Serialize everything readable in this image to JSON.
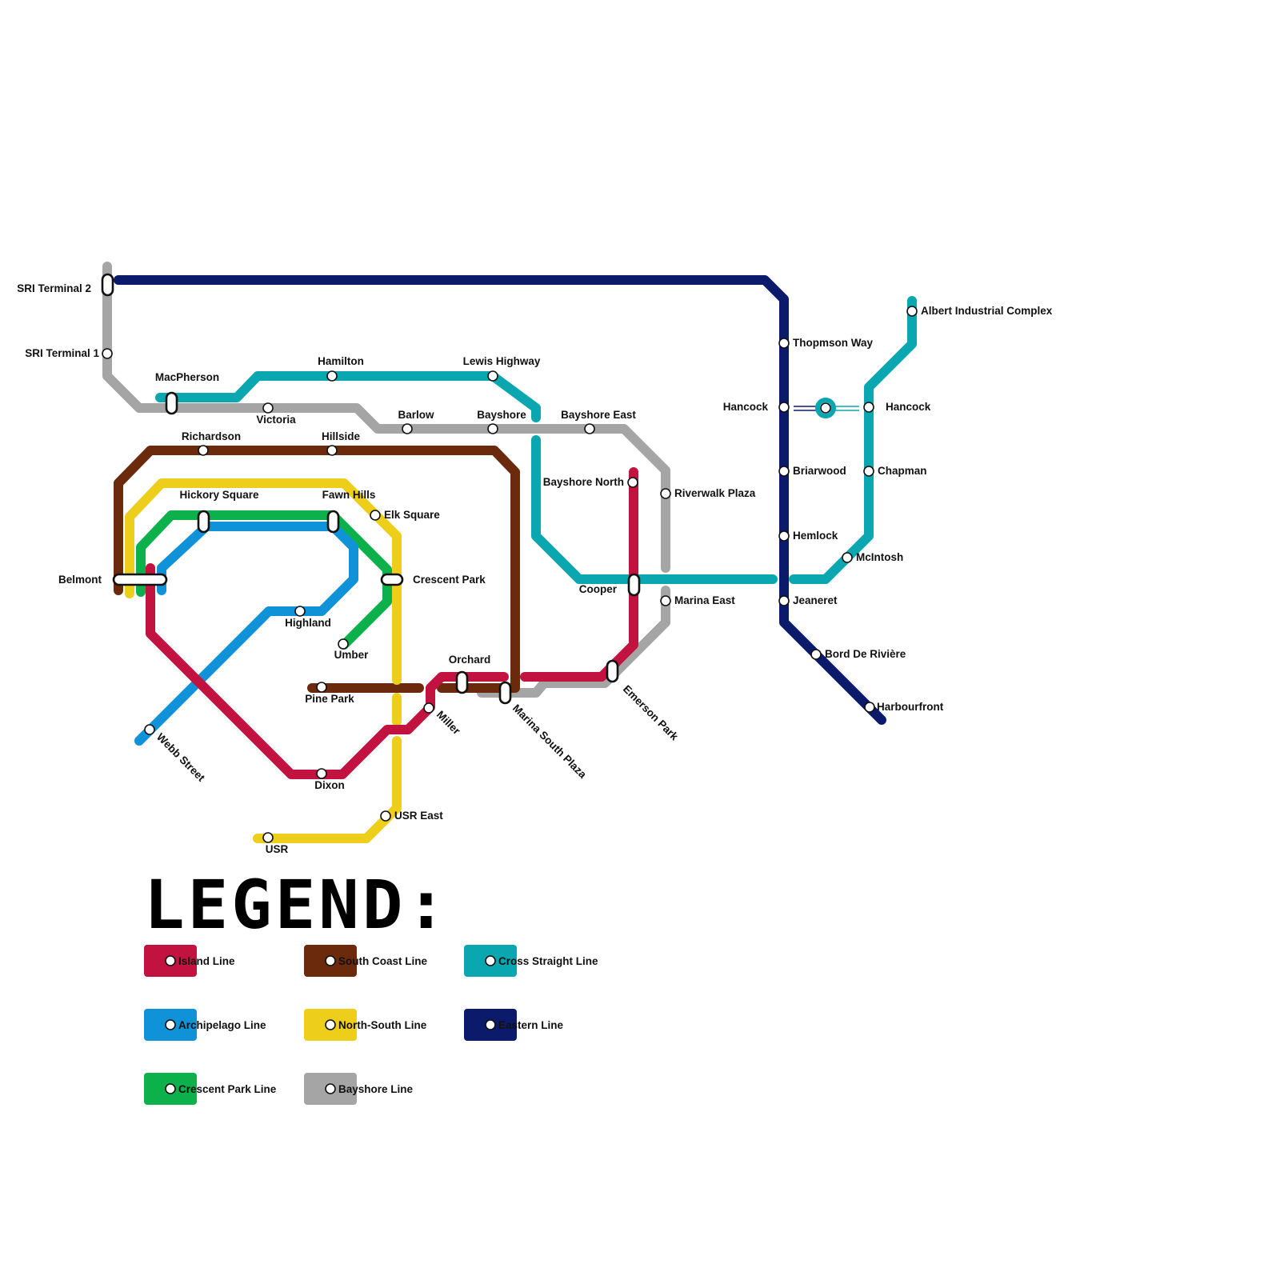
{
  "colors": {
    "island": "#C2123F",
    "archipelago": "#0F92D8",
    "crescent": "#0DB14B",
    "south_coast": "#6B2A0B",
    "north_south": "#EDCE1A",
    "bayshore": "#A5A5A5",
    "cross_straight": "#0BA7B0",
    "eastern": "#0C1A6B"
  },
  "legend": {
    "title": "LEGEND:",
    "items": [
      {
        "label": "Island Line",
        "color": "#C2123F"
      },
      {
        "label": "Archipelago Line",
        "color": "#0F92D8"
      },
      {
        "label": "Crescent Park Line",
        "color": "#0DB14B"
      },
      {
        "label": "South Coast Line",
        "color": "#6B2A0B"
      },
      {
        "label": "North-South Line",
        "color": "#EDCE1A"
      },
      {
        "label": "Bayshore Line",
        "color": "#A5A5A5"
      },
      {
        "label": "Cross Straight Line",
        "color": "#0BA7B0"
      },
      {
        "label": "Eastern Line",
        "color": "#0C1A6B"
      }
    ]
  },
  "stations": {
    "sri_terminal_2": "SRI Terminal 2",
    "sri_terminal_1": "SRI Terminal 1",
    "macpherson": "MacPherson",
    "victoria": "Victoria",
    "hamilton": "Hamilton",
    "lewis_highway": "Lewis Highway",
    "barlow": "Barlow",
    "bayshore": "Bayshore",
    "bayshore_east": "Bayshore East",
    "richardson": "Richardson",
    "hillside": "Hillside",
    "hickory_square": "Hickory Square",
    "fawn_hills": "Fawn Hills",
    "elk_square": "Elk Square",
    "belmont": "Belmont",
    "crescent_park": "Crescent Park",
    "highland": "Highland",
    "umber": "Umber",
    "orchard": "Orchard",
    "pine_park": "Pine Park",
    "miller": "Miller",
    "marina_south_plaza": "Marina South Plaza",
    "webb_street": "Webb Street",
    "dixon": "Dixon",
    "usr_east": "USR East",
    "usr": "USR",
    "bayshore_north": "Bayshore North",
    "riverwalk_plaza": "Riverwalk Plaza",
    "cooper": "Cooper",
    "marina_east": "Marina East",
    "emerson_park": "Emerson Park",
    "thompson_way": "Thopmson Way",
    "hancock_west": "Hancock",
    "hancock_east": "Hancock",
    "briarwood": "Briarwood",
    "hemlock": "Hemlock",
    "jeaneret": "Jeaneret",
    "bord_de_riviere": "Bord De Rivière",
    "harbourfront": "Harbourfront",
    "albert_industrial_complex": "Albert Industrial Complex",
    "chapman": "Chapman",
    "mcintosh": "McIntosh"
  }
}
